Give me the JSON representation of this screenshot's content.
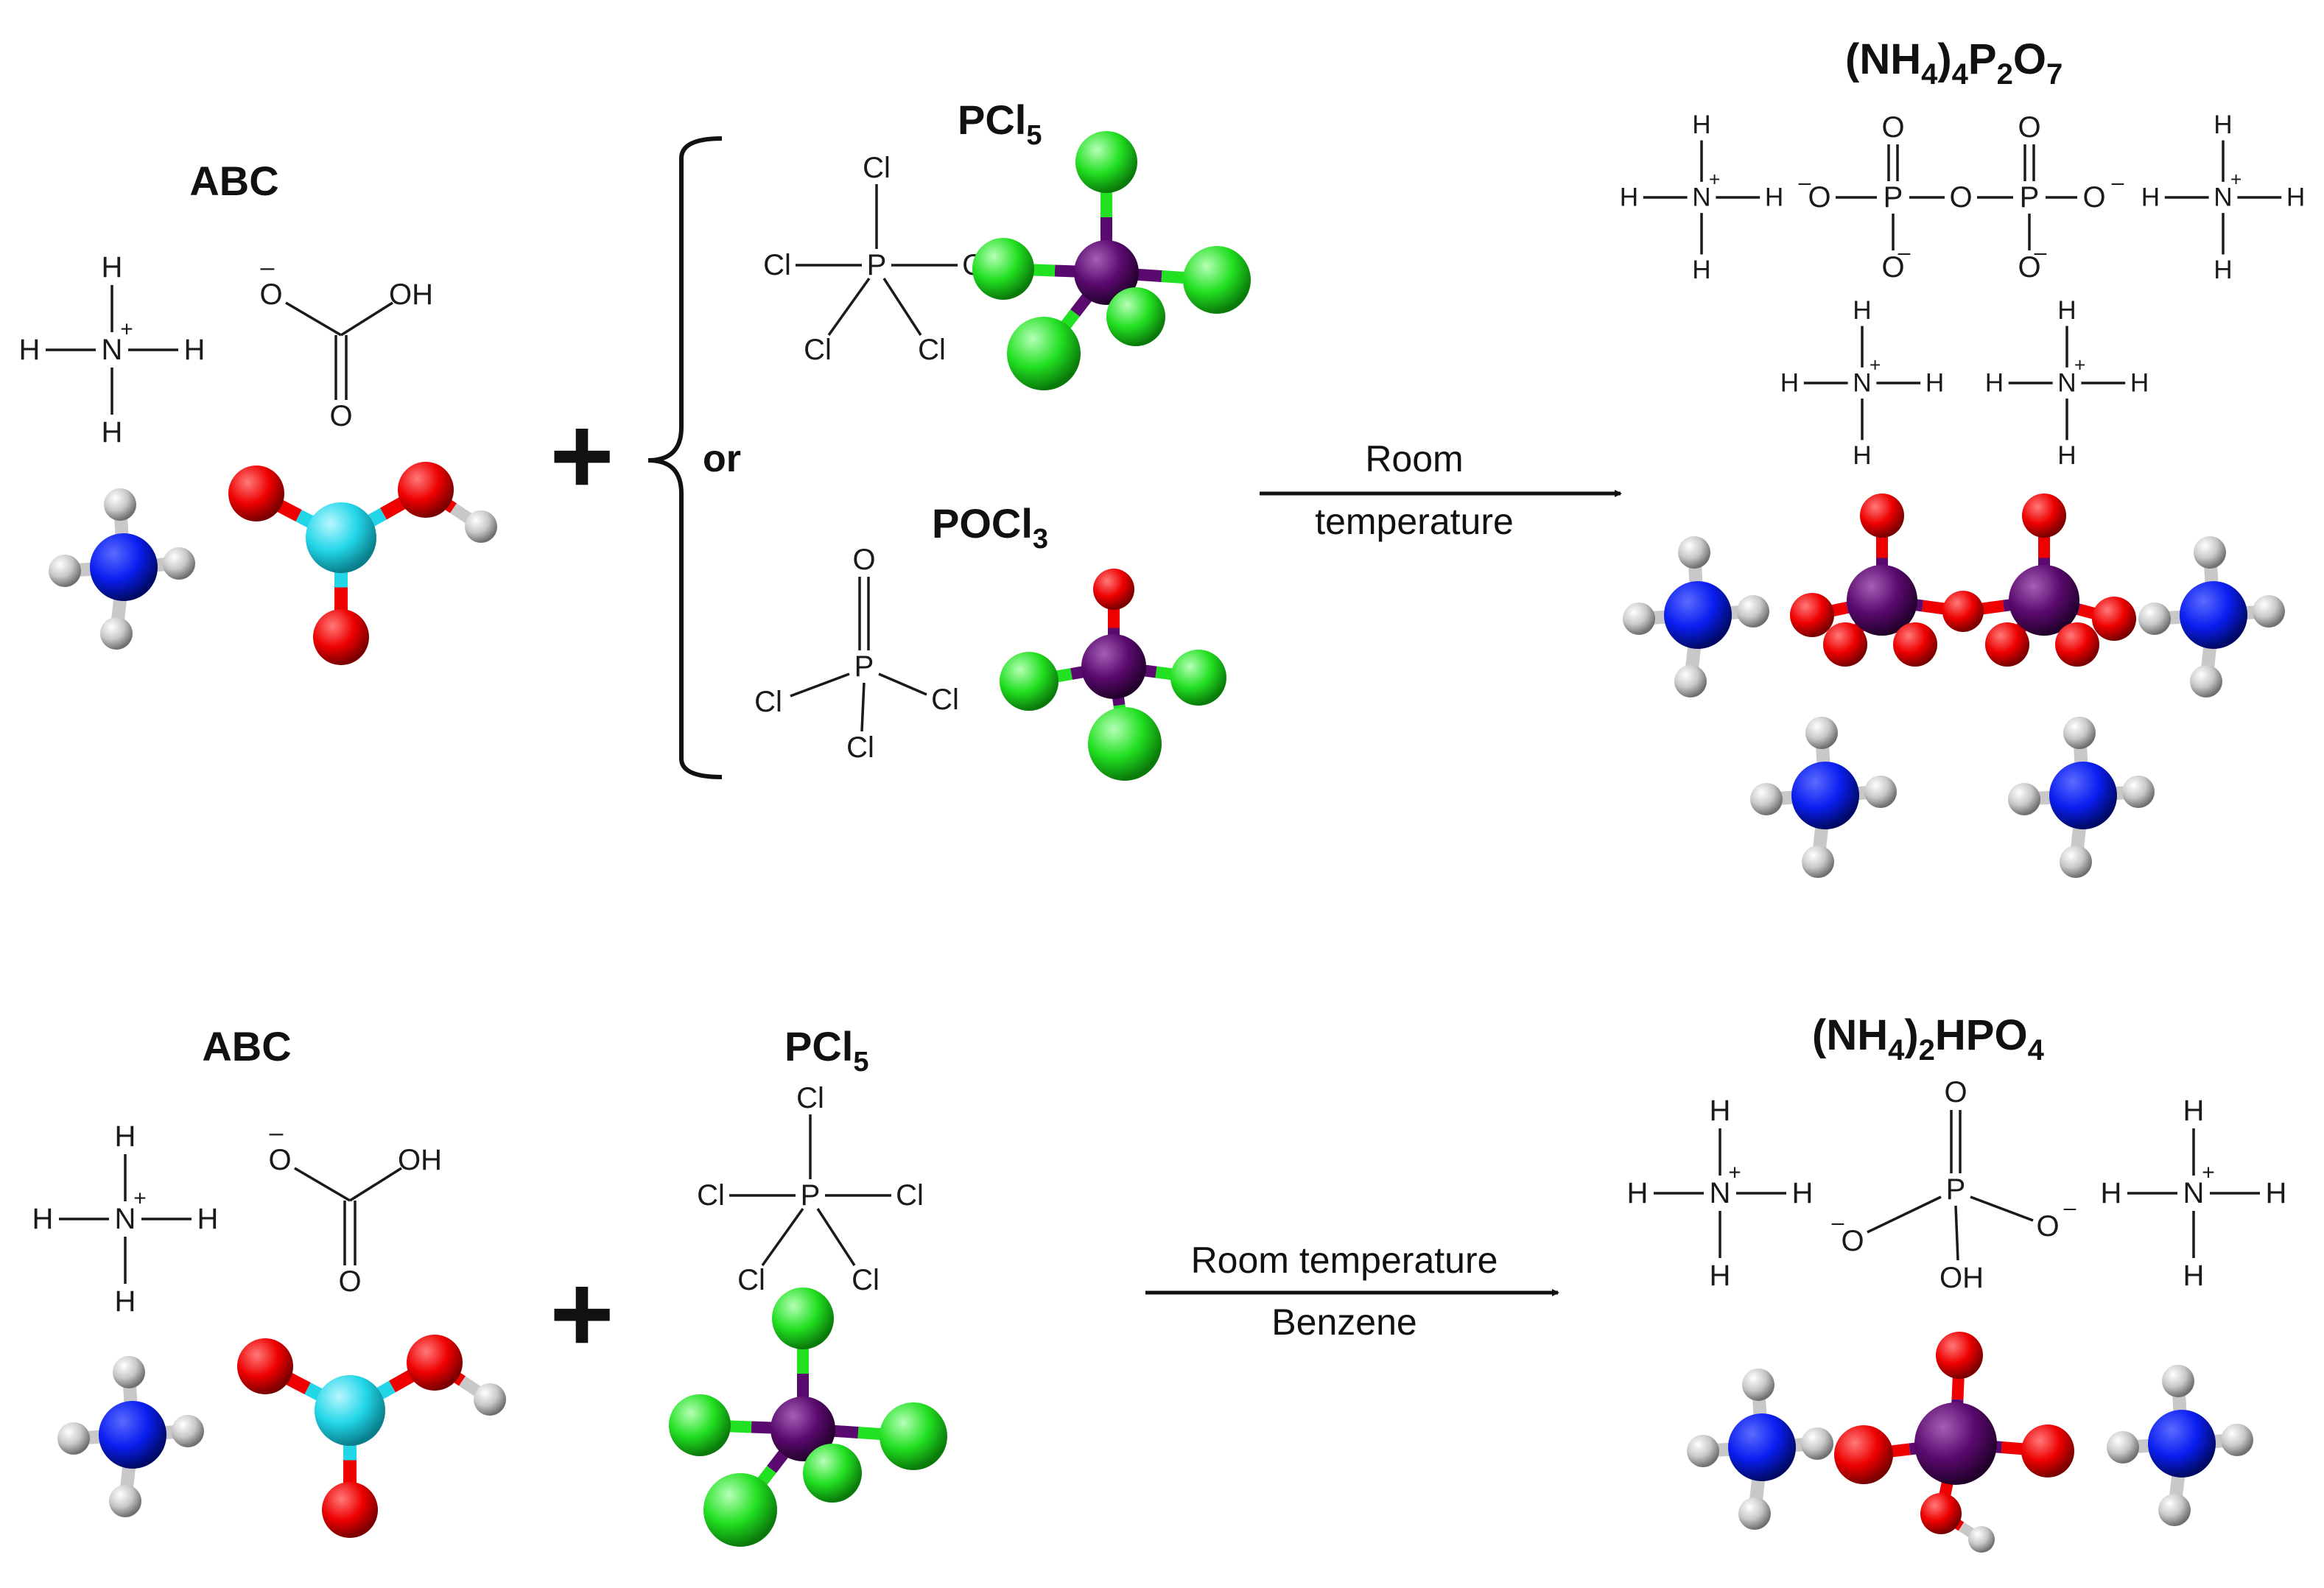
{
  "colors": {
    "nitrogen": "#0a1ef0",
    "hydrogen": "#c8c8c8",
    "oxygen": "#ee0000",
    "carbon": "#22d6e8",
    "phosphorus": "#5a0a6e",
    "chlorine": "#22e022",
    "text": "#111111"
  },
  "reaction1": {
    "reactant_label": "ABC",
    "plus": "+",
    "or_label": "or",
    "option1_base": "PCl",
    "option1_sub": "5",
    "option2_base": "POCl",
    "option2_sub": "3",
    "condition_top": "Room",
    "condition_bottom": "temperature",
    "product_parts": [
      "(NH",
      "4",
      ")",
      "4",
      "P",
      "2",
      "O",
      "7"
    ]
  },
  "reaction2": {
    "reactant_label": "ABC",
    "plus": "+",
    "reagent_base": "PCl",
    "reagent_sub": "5",
    "condition_top": "Room temperature",
    "condition_bottom": "Benzene",
    "product_parts": [
      "(NH",
      "4",
      ")",
      "2",
      "HPO",
      "4"
    ]
  },
  "atoms": {
    "H": "H",
    "N": "N",
    "O": "O",
    "P": "P",
    "Cl": "Cl",
    "OH": "OH",
    "plus_charge": "+",
    "minus_charge": "–"
  }
}
